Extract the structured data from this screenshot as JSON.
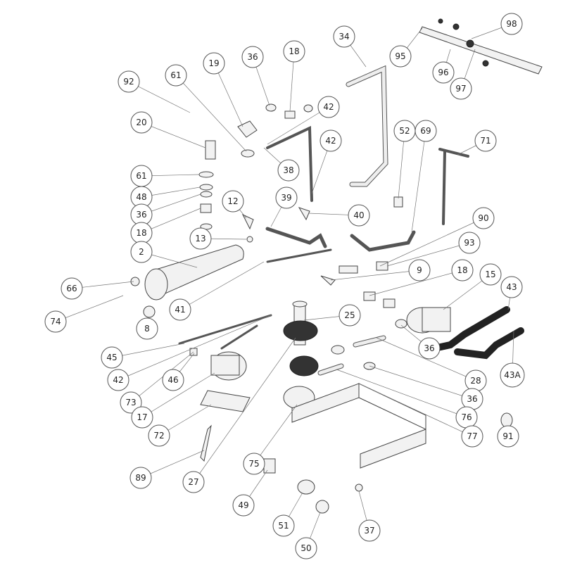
{
  "diagram": {
    "type": "exploded-parts-diagram",
    "callouts": [
      "34",
      "95",
      "98",
      "96",
      "97",
      "19",
      "36",
      "18",
      "92",
      "61",
      "42",
      "20",
      "52",
      "69",
      "71",
      "42",
      "38",
      "61",
      "48",
      "36",
      "12",
      "39",
      "40",
      "18",
      "90",
      "13",
      "93",
      "2",
      "9",
      "18",
      "15",
      "43",
      "66",
      "74",
      "8",
      "41",
      "25",
      "36",
      "45",
      "28",
      "43A",
      "42",
      "36",
      "46",
      "73",
      "76",
      "17",
      "91",
      "77",
      "72",
      "75",
      "89",
      "27",
      "49",
      "51",
      "37",
      "50"
    ]
  }
}
